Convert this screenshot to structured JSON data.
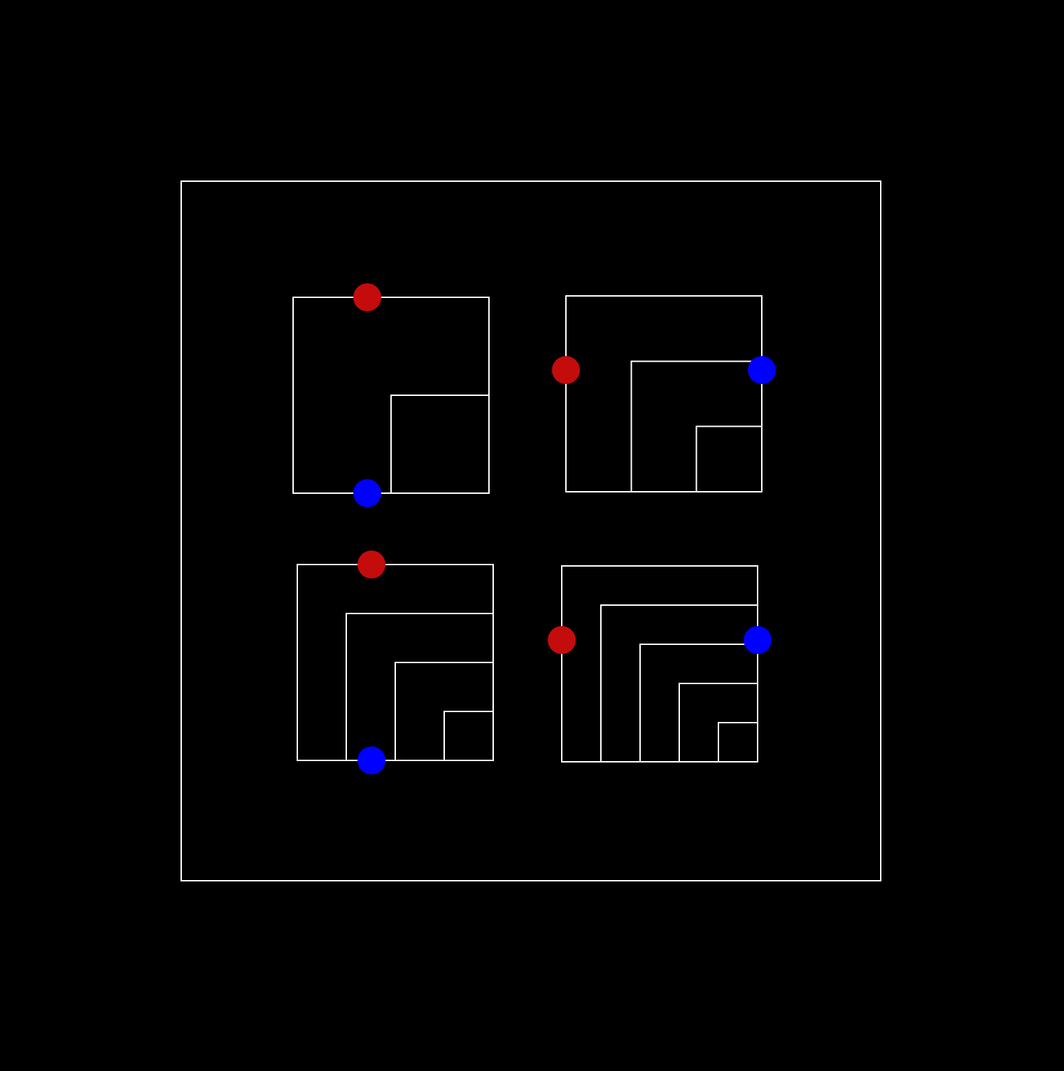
{
  "background_color": "#000000",
  "line_color": "#ffffff",
  "colors": {
    "start": "#c40c0c",
    "end": "#0000ff"
  },
  "puzzles": [
    {
      "id": "top-left",
      "nested_levels": 2,
      "start_side": "top",
      "end_side": "bottom"
    },
    {
      "id": "top-right",
      "nested_levels": 3,
      "start_side": "left",
      "end_side": "right"
    },
    {
      "id": "bottom-left",
      "nested_levels": 4,
      "start_side": "top",
      "end_side": "bottom"
    },
    {
      "id": "bottom-right",
      "nested_levels": 5,
      "start_side": "left",
      "end_side": "right"
    }
  ]
}
